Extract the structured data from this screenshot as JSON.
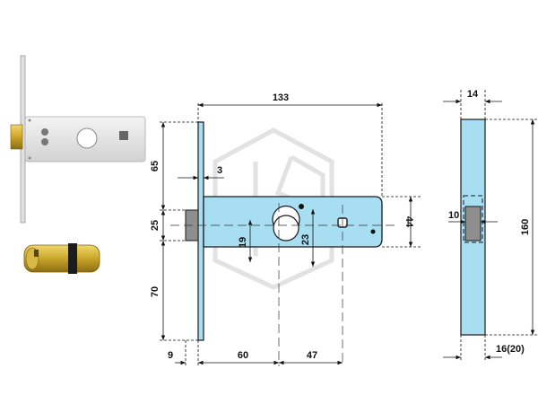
{
  "figure": {
    "subject": "mortise lock technical drawing",
    "colors": {
      "plate_fill": "#a8def2",
      "outline": "#1a1a1a",
      "latch": "#8e8e8e",
      "brass": "#c9a62a",
      "watermark": "#e4e4e4"
    }
  },
  "front_view": {
    "dimensions": {
      "overall_length": "133",
      "faceplate_thickness": "3",
      "top_offset": "65",
      "latch_height": "25",
      "bottom_offset": "70",
      "backset_outer": "9",
      "backset": "60",
      "spindle_to_square": "47",
      "cylinder_lower": "19",
      "cylinder_upper": "23",
      "case_height": "44"
    }
  },
  "side_view": {
    "dimensions": {
      "case_width": "14",
      "latch_width": "10",
      "faceplate_height": "160",
      "faceplate_width": "16(20)"
    }
  },
  "photos": {
    "lock_photo": "mortise-lock-photo",
    "cylinder_photo": "brass-cylinder-photo"
  }
}
